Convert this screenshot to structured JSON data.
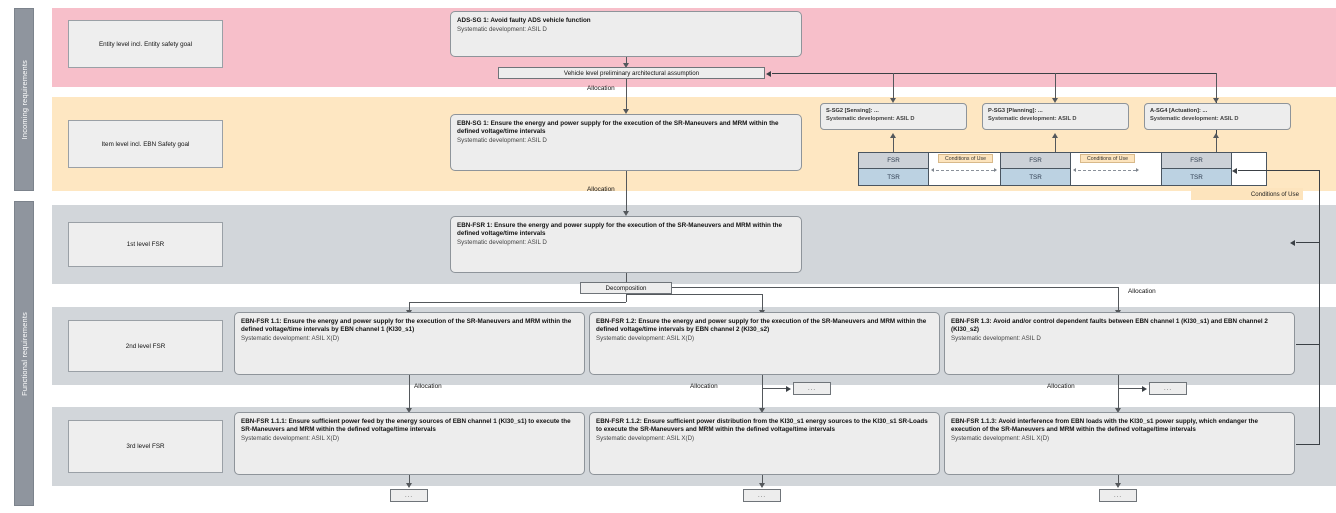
{
  "lanes": [
    {
      "label": "Incoming requirements"
    },
    {
      "label": "Functional requirements"
    }
  ],
  "row_labels": [
    {
      "label": "Entity level incl. Entity safety goal"
    },
    {
      "label": "Item level incl. EBN Safety goal"
    },
    {
      "label": "1st level FSR"
    },
    {
      "label": "2nd level FSR"
    },
    {
      "label": "3rd level FSR"
    }
  ],
  "requirements": {
    "ads_sg1": {
      "title": "ADS-SG 1: Avoid faulty ADS vehicle function",
      "sub": "Systematic development: ASIL D"
    },
    "ebn_sg1": {
      "title": "EBN-SG 1: Ensure the energy and power supply for the execution of the SR-Maneuvers and MRM within the defined voltage/time intervals",
      "sub": "Systematic development: ASIL D"
    },
    "ebn_fsr1": {
      "title": "EBN-FSR 1: Ensure the energy and power supply for the execution of the SR-Maneuvers and MRM within the defined voltage/time intervals",
      "sub": "Systematic development: ASIL D"
    },
    "ebn_fsr11": {
      "title": "EBN-FSR 1.1: Ensure the energy and power supply for the execution of the SR-Maneuvers and MRM within the defined voltage/time intervals by EBN channel 1 (KI30_s1)",
      "sub": "Systematic development: ASIL X(D)"
    },
    "ebn_fsr12": {
      "title": "EBN-FSR 1.2: Ensure the energy and power supply for the execution of the SR-Maneuvers and MRM within the defined voltage/time intervals by EBN channel 2 (KI30_s2)",
      "sub": "Systematic development: ASIL X(D)"
    },
    "ebn_fsr13": {
      "title": "EBN-FSR 1.3: Avoid and/or control dependent faults between EBN channel 1 (KI30_s1) and EBN channel 2 (KI30_s2)",
      "sub": "Systematic development: ASIL D"
    },
    "ebn_fsr111": {
      "title": "EBN-FSR 1.1.1: Ensure sufficient power feed by the energy sources of EBN channel 1 (KI30_s1) to execute the SR-Maneuvers and MRM within the defined voltage/time intervals",
      "sub": "Systematic development: ASIL X(D)"
    },
    "ebn_fsr112": {
      "title": "EBN-FSR 1.1.2: Ensure sufficient power distribution from the KI30_s1 energy sources to the KI30_s1 SR-Loads to execute the SR-Maneuvers and MRM within the defined voltage/time intervals",
      "sub": "Systematic development: ASIL X(D)"
    },
    "ebn_fsr113": {
      "title": "EBN-FSR 1.1.3: Avoid interference from EBN loads with the KI30_s1 power supply, which endanger the execution of the SR-Maneuvers and MRM within the defined voltage/time intervals",
      "sub": "Systematic development: ASIL X(D)"
    }
  },
  "side_goals": [
    {
      "title": "S-SG2 [Sensing]: ...",
      "sub": "Systematic development: ASIL D"
    },
    {
      "title": "P-SG3 [Planning]: ...",
      "sub": "Systematic development: ASIL D"
    },
    {
      "title": "A-SG4 [Actuation]: ...",
      "sub": "Systematic development: ASIL D"
    }
  ],
  "fsr_tsr_grid": {
    "fsr_label": "FSR",
    "tsr_label": "TSR",
    "conditions_label": "Conditions of Use",
    "columns": 3,
    "connectors": 2
  },
  "notes": {
    "vehicle_assumption": "Vehicle level preliminary architectural assumption",
    "decomposition": "Decomposition",
    "conditions_of_use": "Conditions of Use",
    "ellipsis": "..."
  },
  "edge_labels": {
    "allocation": "Allocation"
  },
  "colors": {
    "entity_band": "#f7bfca",
    "item_band": "#fee7c2",
    "fsr_band": "#d2d6da",
    "lane": "#8f959e",
    "box": "#ededed",
    "fsr_cell": "#ccd1d7",
    "tsr_cell": "#bcd2e2",
    "conditions": "#fde4bd"
  }
}
